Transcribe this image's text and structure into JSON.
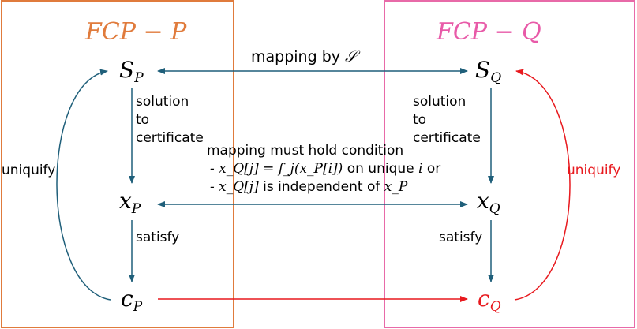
{
  "panels": {
    "left_title": "FCP − P",
    "right_title": "FCP − Q"
  },
  "nodes": {
    "sp": {
      "base": "S",
      "sub": "P"
    },
    "xp": {
      "base": "x",
      "sub": "P"
    },
    "cp": {
      "base": "c",
      "sub": "P"
    },
    "sq": {
      "base": "S",
      "sub": "Q"
    },
    "xq": {
      "base": "x",
      "sub": "Q"
    },
    "cq": {
      "base": "c",
      "sub": "Q"
    }
  },
  "labels": {
    "mapping_by": "mapping by",
    "mapping_symbol": "𝒮",
    "solution_to_certificate_left": "solution\nto\ncertificate",
    "solution_to_certificate_right": "solution\nto\ncertificate",
    "satisfy_left": "satisfy",
    "satisfy_right": "satisfy",
    "uniquify_left": "uniquify",
    "uniquify_right": "uniquify"
  },
  "condition": {
    "line1": "mapping must hold condition",
    "line2_math": "- x_Q[j] = f_j(x_P[i])",
    "line2_text": " on unique ",
    "line2_var": "i",
    "line2_end": " or",
    "line3_math": "- x_Q[j]",
    "line3_text": " is independent of ",
    "line3_var": "x_P"
  },
  "colors": {
    "left_border": "#e07b3c",
    "right_border": "#e86aa8",
    "left_title": "#e07b3c",
    "right_title": "#e85aa8",
    "arrow_teal": "#1f5f7a",
    "arrow_red": "#e8191e"
  }
}
